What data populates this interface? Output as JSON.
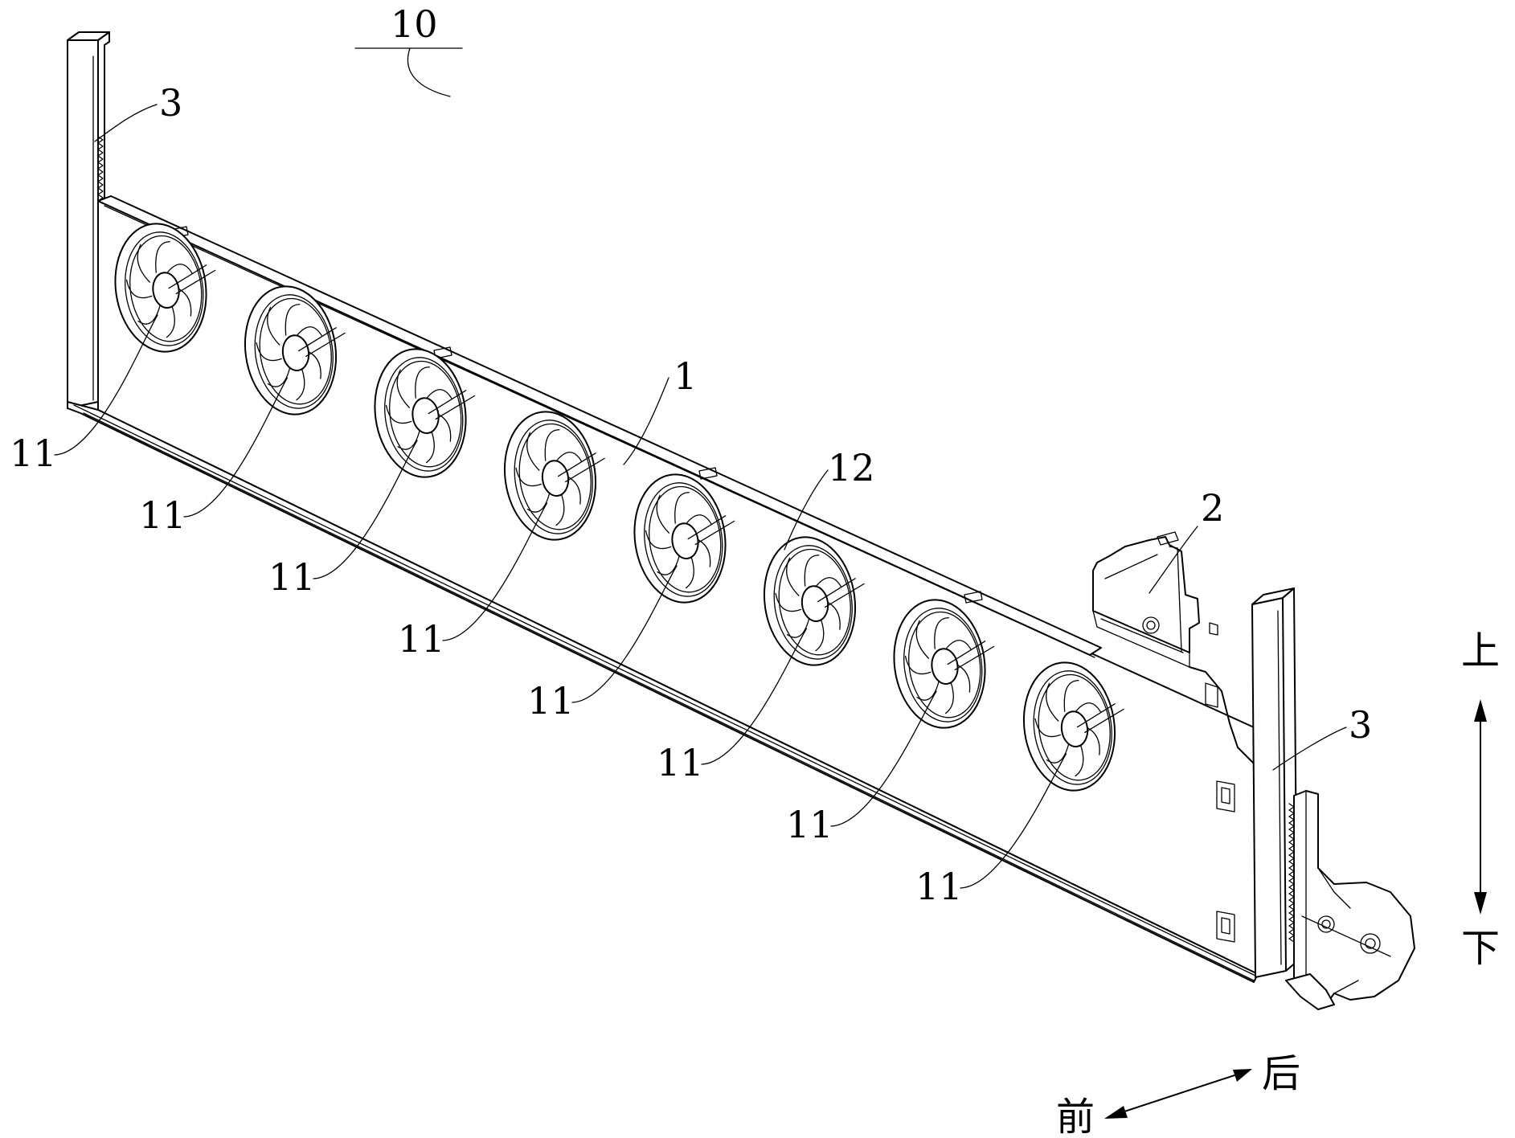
{
  "figure": {
    "assembly_label": "10",
    "panel_label": "1",
    "face_label": "12",
    "drive_label": "2",
    "rail_label": "3",
    "fan_label": "11",
    "fan_count": 8
  },
  "directions": {
    "up": "上",
    "down": "下",
    "front": "前",
    "back": "后"
  }
}
